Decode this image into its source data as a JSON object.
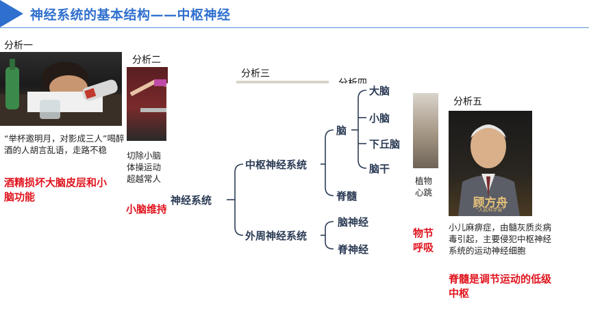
{
  "header": {
    "title": "神经系统的基本结构——中枢神经"
  },
  "panels": {
    "p1": {
      "label": "分析一",
      "caption": "“举杯邀明月，对影成三人”喝醉酒的人胡言乱语，走路不稳",
      "conclusion": "酒精损坏大脑皮层和小脑功能"
    },
    "p2": {
      "label": "分析二",
      "caption": "切除小脑体操运动超越常人",
      "conclusion": "小脑维持"
    },
    "p3": {
      "label": "分析三"
    },
    "p4": {
      "label": "分析四",
      "caption": "植物心跳",
      "conclusion": "物节呼吸"
    },
    "p5": {
      "label": "分析五",
      "photo_name": "顾方舟",
      "photo_sub": "“人民科学家”",
      "caption": "小儿麻痹症，由髓灰质炎病毒引起，主要侵犯中枢神经系统的运动神经细胞",
      "conclusion": "脊髓是调节运动的低级中枢"
    }
  },
  "diagram": {
    "root": "神经系统",
    "central": "中枢神经系统",
    "peripheral": "外周神经系统",
    "brain": "脑",
    "spinal_cord": "脊髓",
    "cerebrum": "大脑",
    "cerebellum": "小脑",
    "hypothalamus": "下丘脑",
    "brainstem": "脑干",
    "cranial_nerves": "脑神经",
    "spinal_nerves": "脊神经"
  },
  "colors": {
    "accent": "#2f6fce",
    "conclusion": "#e0141e",
    "diagram_text": "#2b3b55"
  }
}
